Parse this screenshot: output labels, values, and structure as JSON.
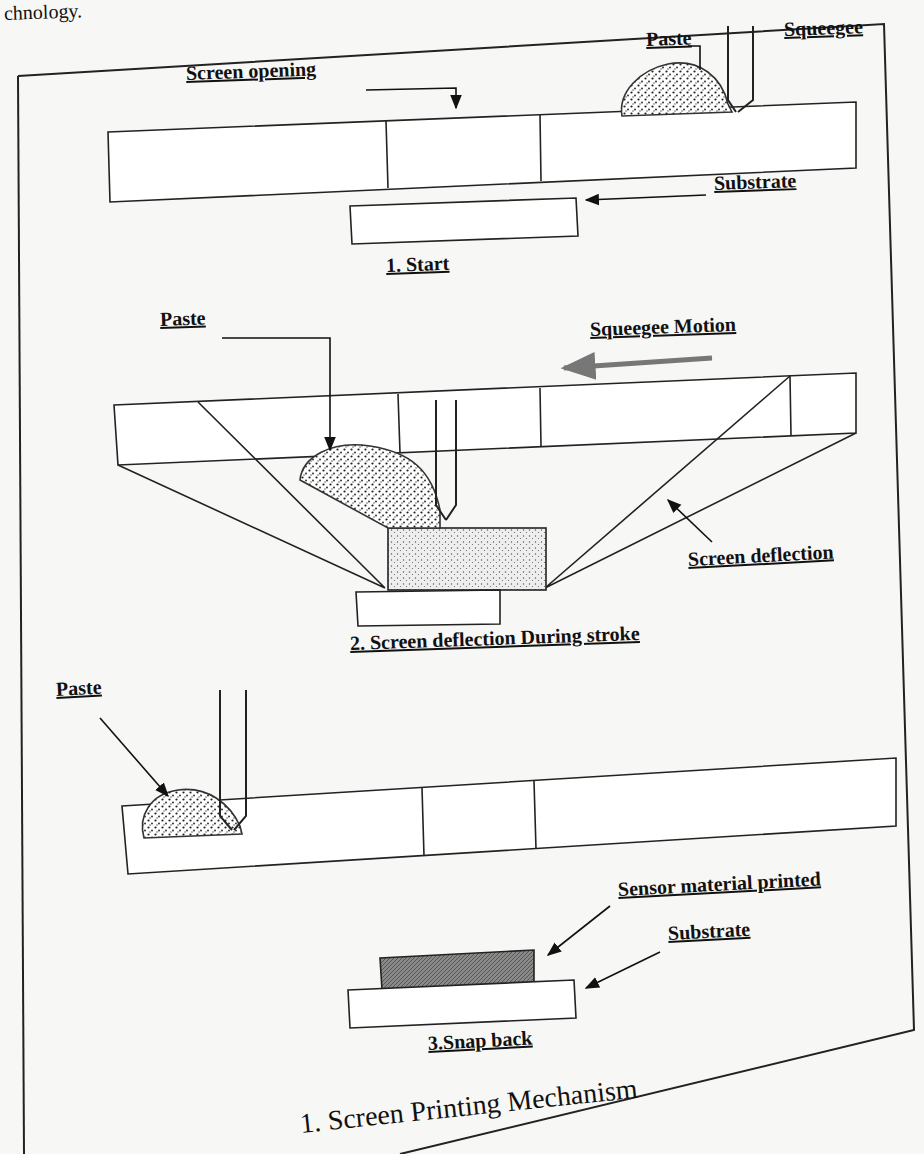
{
  "diagram": {
    "caption": "1. Screen Printing Mechanism",
    "labels": [
      "chnology.",
      "Paste",
      "Squeegee",
      "Screen opening",
      "Substrate",
      "1. Start",
      "Squeegee Motion",
      "Paste",
      "Screen deflection",
      "2. Screen deflection During stroke",
      "Paste",
      "Sensor material printed",
      "Substrate",
      "3.Snap back"
    ]
  }
}
